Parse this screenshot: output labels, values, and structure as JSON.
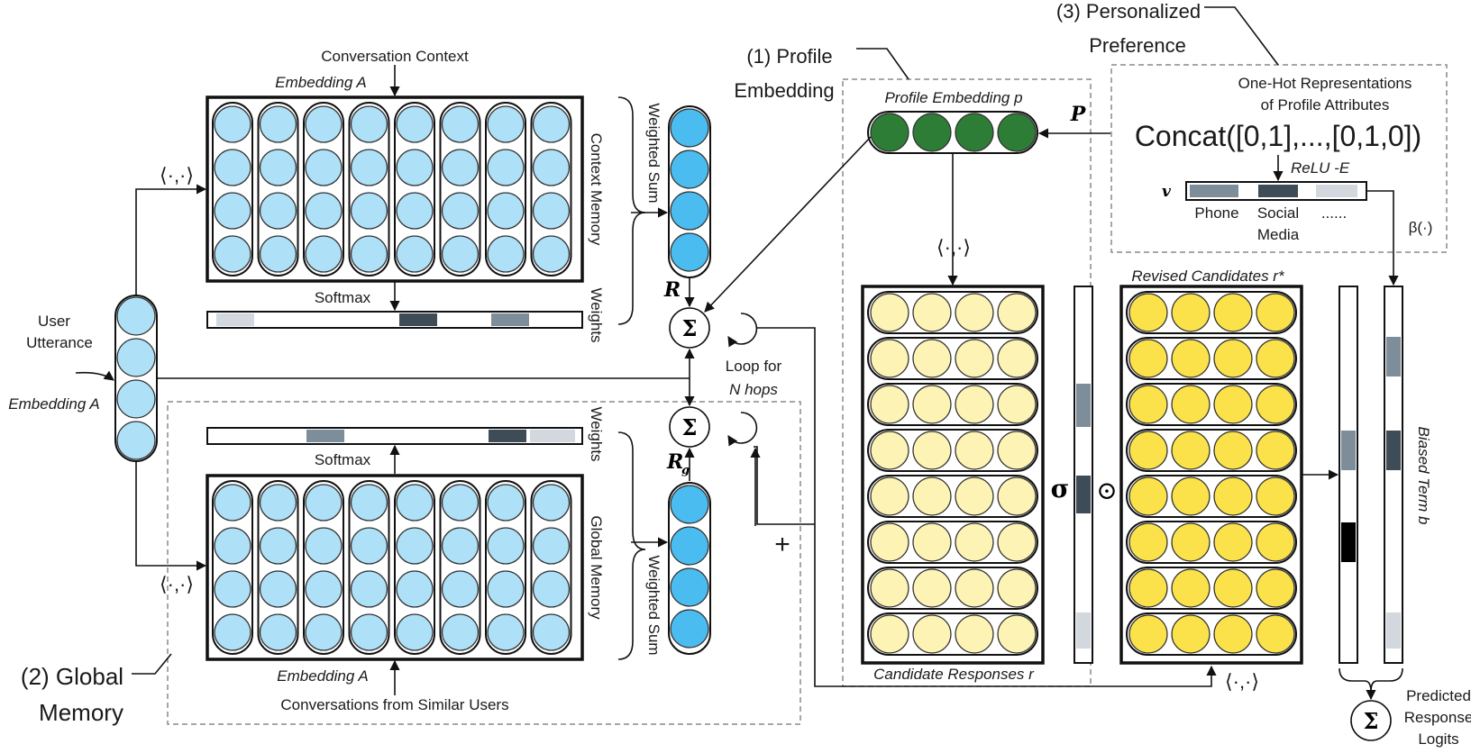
{
  "colors": {
    "memory_cell": "#aee0f7",
    "embedding_cell": "#4bbcef",
    "profile_cell": "#2e7d36",
    "candidate_cell": "#fdf3b4",
    "revised_cell": "#fbe24a",
    "weight_light": "#d2d8de",
    "weight_mid": "#7d8d99",
    "weight_dark": "#3e4c57",
    "weight_black": "#000000"
  },
  "icons": {
    "sum": "Σ",
    "sigma": "σ",
    "odot": "⊙",
    "plus": "+",
    "loop": "loop-arrow-icon"
  },
  "labels": {
    "conversation_context": "Conversation Context",
    "embedding_a_top": "Embedding A",
    "embedding_a_left": "Embedding A",
    "embedding_a_bottom": "Embedding A",
    "inner_product_top": "⟨·,·⟩",
    "inner_product_bottom": "⟨·,·⟩",
    "inner_product_profile": "⟨·,·⟩",
    "inner_product_revised": "⟨·,·⟩",
    "context_memory": "Context Memory",
    "weighted_sum_top": "Weighted Sum",
    "weights_top": "Weights",
    "softmax_top": "Softmax",
    "user_utterance_line1": "User",
    "user_utterance_line2": "Utterance",
    "r_label": "R",
    "rg_label": "R",
    "rg_sub": "g",
    "loop_for": "Loop for",
    "n_hops": "N hops",
    "weights_bottom": "Weights",
    "softmax_bottom": "Softmax",
    "global_memory": "Global Memory",
    "weighted_sum_bottom": "Weighted Sum",
    "conversations_similar": "Conversations from Similar Users",
    "global_memory_title_line1": "(2) Global",
    "global_memory_title_line2": "Memory",
    "profile_title_line1": "(1) Profile",
    "profile_title_line2": "Embedding",
    "profile_embedding_p": "Profile Embedding p",
    "p_matrix": "P",
    "personalized_line1": "(3) Personalized",
    "personalized_line2": "Preference",
    "one_hot_line1": "One-Hot Representations",
    "one_hot_line2": "of Profile Attributes",
    "concat": "Concat([0,1],...,[0,1,0])",
    "relu_e": "ReLU  -E",
    "v_label": "v",
    "phone": "Phone",
    "social_line1": "Social",
    "social_line2": "Media",
    "ellipsis": "......",
    "beta": "β(·)",
    "candidate_responses": "Candidate Responses r",
    "revised_candidates": "Revised Candidates r*",
    "biased_term": "Biased Term b",
    "predicted_line1": "Predicted",
    "predicted_line2": "Response",
    "predicted_line3": "Logits"
  }
}
